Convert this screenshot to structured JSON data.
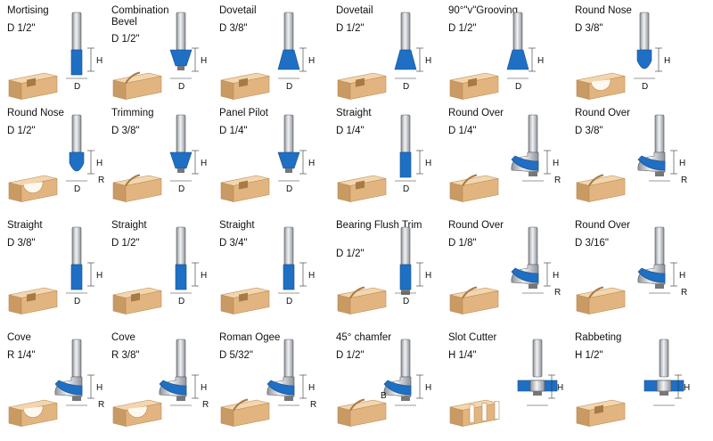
{
  "colors": {
    "blue": "#1f6fc4",
    "wood_top": "#f3d6ad",
    "wood_side": "#e2b580",
    "wood_dark": "#c99a63",
    "steel_light": "#f2f3f5",
    "steel_dark": "#8d939b"
  },
  "bits": [
    {
      "name": "Mortising",
      "size": "D 1/2\"",
      "row": 0,
      "col": 0,
      "labels": [
        "H",
        "D"
      ],
      "shape": "mortise"
    },
    {
      "name": "Combination Bevel",
      "size": "D 1/2\"",
      "row": 0,
      "col": 1,
      "labels": [
        "H",
        "D"
      ],
      "shape": "bevel"
    },
    {
      "name": "Dovetail",
      "size": "D 3/8\"",
      "row": 0,
      "col": 2,
      "labels": [
        "H",
        "D"
      ],
      "shape": "dovetail"
    },
    {
      "name": "Dovetail",
      "size": "D 1/2\"",
      "row": 0,
      "col": 3,
      "labels": [
        "H",
        "D"
      ],
      "shape": "dovetail"
    },
    {
      "name": "90°\"v\"Grooving",
      "size": "D 1/2\"",
      "row": 0,
      "col": 4,
      "labels": [
        "H",
        "D"
      ],
      "shape": "vgroove"
    },
    {
      "name": "Round Nose",
      "size": "D 3/8\"",
      "row": 0,
      "col": 5,
      "labels": [
        "H",
        "D"
      ],
      "shape": "roundnose"
    },
    {
      "name": "Round Nose",
      "size": "D 1/2\"",
      "row": 1,
      "col": 0,
      "labels": [
        "H",
        "D",
        "R"
      ],
      "shape": "roundnose"
    },
    {
      "name": "Trimming",
      "size": "D 3/8\"",
      "row": 1,
      "col": 1,
      "labels": [
        "H",
        "D"
      ],
      "shape": "trim"
    },
    {
      "name": "Panel Pilot",
      "size": "D 1/4\"",
      "row": 1,
      "col": 2,
      "labels": [
        "H",
        "D"
      ],
      "shape": "panelpilot"
    },
    {
      "name": "Straight",
      "size": "D 1/4\"",
      "row": 1,
      "col": 3,
      "labels": [
        "H",
        "D"
      ],
      "shape": "straight"
    },
    {
      "name": "Round Over",
      "size": "D 1/4\"",
      "row": 1,
      "col": 4,
      "labels": [
        "H",
        "R"
      ],
      "shape": "roundover"
    },
    {
      "name": "Round Over",
      "size": "D 3/8\"",
      "row": 1,
      "col": 5,
      "labels": [
        "H",
        "R"
      ],
      "shape": "roundover"
    },
    {
      "name": "Straight",
      "size": "D 3/8\"",
      "row": 2,
      "col": 0,
      "labels": [
        "H",
        "D"
      ],
      "shape": "straight"
    },
    {
      "name": "Straight",
      "size": "D 1/2\"",
      "row": 2,
      "col": 1,
      "labels": [
        "H",
        "D"
      ],
      "shape": "straight"
    },
    {
      "name": "Straight",
      "size": "D 3/4\"",
      "row": 2,
      "col": 2,
      "labels": [
        "H",
        "D"
      ],
      "shape": "straight"
    },
    {
      "name": "Bearing Flush Trim",
      "size": "D 1/2\"",
      "row": 2,
      "col": 3,
      "labels": [
        "H",
        "D"
      ],
      "shape": "flushtrim"
    },
    {
      "name": "Round Over",
      "size": "D 1/8\"",
      "row": 2,
      "col": 4,
      "labels": [
        "H",
        "R"
      ],
      "shape": "roundover"
    },
    {
      "name": "Round Over",
      "size": "D 3/16\"",
      "row": 2,
      "col": 5,
      "labels": [
        "H",
        "R"
      ],
      "shape": "roundover"
    },
    {
      "name": "Cove",
      "size": "R 1/4\"",
      "row": 3,
      "col": 0,
      "labels": [
        "H",
        "R"
      ],
      "shape": "cove"
    },
    {
      "name": "Cove",
      "size": "R 3/8\"",
      "row": 3,
      "col": 1,
      "labels": [
        "H",
        "R"
      ],
      "shape": "cove"
    },
    {
      "name": "Roman Ogee",
      "size": "D 5/32\"",
      "row": 3,
      "col": 2,
      "labels": [
        "H",
        "R"
      ],
      "shape": "ogee"
    },
    {
      "name": "45° chamfer",
      "size": "D 1/2\"",
      "row": 3,
      "col": 3,
      "labels": [
        "H",
        "B"
      ],
      "shape": "chamfer"
    },
    {
      "name": "Slot Cutter",
      "size": "H 1/4\"",
      "row": 3,
      "col": 4,
      "labels": [
        "H"
      ],
      "shape": "slot"
    },
    {
      "name": "Rabbeting",
      "size": "H 1/2\"",
      "row": 3,
      "col": 5,
      "labels": [
        "H"
      ],
      "shape": "rabbet"
    }
  ]
}
